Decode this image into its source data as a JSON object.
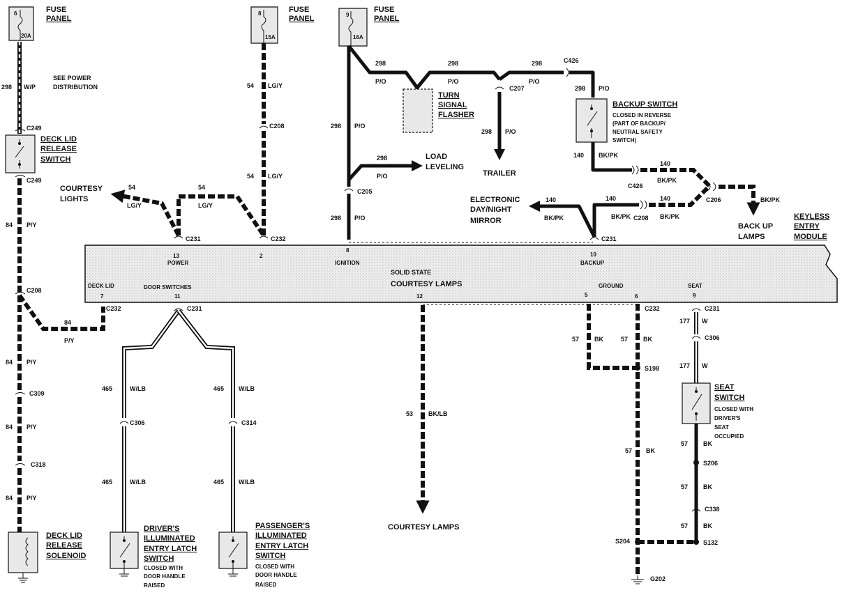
{
  "fuse_panels": [
    {
      "cavity": "6",
      "rating": "20A",
      "label": [
        "FUSE",
        "PANEL"
      ]
    },
    {
      "cavity": "8",
      "rating": "15A",
      "label": [
        "FUSE",
        "PANEL"
      ]
    },
    {
      "cavity": "9",
      "rating": "16A",
      "label": [
        "FUSE",
        "PANEL"
      ]
    }
  ],
  "see_power_note": [
    "SEE POWER",
    "DISTRIBUTION"
  ],
  "module": {
    "title": [
      "KEYLESS",
      "ENTRY",
      "MODULE"
    ],
    "name": "SOLID STATE",
    "name2": "COURTESY LAMPS",
    "pins_top": [
      {
        "num": "13",
        "name": "POWER"
      },
      {
        "num": "2",
        "name": ""
      },
      {
        "num": "8",
        "name": "IGNITION"
      },
      {
        "num": "10",
        "name": "BACKUP"
      }
    ],
    "pins_bottom": [
      {
        "num": "7",
        "name": "DECK LID"
      },
      {
        "num": "11",
        "name": "DOOR SWITCHES"
      },
      {
        "num": "12",
        "name": ""
      },
      {
        "num": "5",
        "name": ""
      },
      {
        "num": "6",
        "name": ""
      },
      {
        "num": "9",
        "name": "SEAT"
      }
    ],
    "ground_label": "GROUND"
  },
  "connectors": {
    "c249a": "C249",
    "c249b": "C249",
    "c208a": "C208",
    "c232a": "C232",
    "c309": "C309",
    "c318": "C318",
    "c231a": "C231",
    "c231b": "C231",
    "c306a": "C306",
    "c314": "C314",
    "c208b": "C208",
    "c232b": "C232",
    "c205": "C205",
    "c207": "C207",
    "c426a": "C426",
    "c426b": "C426",
    "c206": "C206",
    "c208c": "C208",
    "c231c": "C231",
    "c232c": "C232",
    "c231d": "C231",
    "c306b": "C306",
    "s198": "S198",
    "s206": "S206",
    "c338": "C338",
    "s204": "S204",
    "s132": "S132",
    "g202": "G202"
  },
  "wires": {
    "w298wp": {
      "num": "298",
      "color": "W/P"
    },
    "w84py": {
      "num": "84",
      "color": "P/Y"
    },
    "w54lgy": {
      "num": "54",
      "color": "LG/Y"
    },
    "w298po": {
      "num": "298",
      "color": "P/O"
    },
    "w465wlb": {
      "num": "465",
      "color": "W/LB"
    },
    "w53bklb": {
      "num": "53",
      "color": "BK/LB"
    },
    "w140bkpk": {
      "num": "140",
      "color": "BK/PK"
    },
    "w57bk": {
      "num": "57",
      "color": "BK"
    },
    "w177w": {
      "num": "177",
      "color": "W"
    }
  },
  "components": {
    "deck_lid_switch": [
      "DECK LID",
      "RELEASE",
      "SWITCH"
    ],
    "deck_lid_solenoid": [
      "DECK LID",
      "RELEASE",
      "SOLENOID"
    ],
    "turn_signal": [
      "TURN",
      "SIGNAL",
      "FLASHER"
    ],
    "backup_switch": {
      "title": "BACKUP SWITCH",
      "note": [
        "CLOSED IN REVERSE",
        "(PART OF BACKUP/",
        "NEUTRAL SAFETY",
        "SWITCH)"
      ]
    },
    "seat_switch": {
      "title": [
        "SEAT",
        "SWITCH"
      ],
      "note": [
        "CLOSED WITH",
        "DRIVER'S",
        "SEAT",
        "OCCUPIED"
      ]
    },
    "driver_switch": {
      "title": [
        "DRIVER'S",
        "ILLUMINATED",
        "ENTRY LATCH",
        "SWITCH"
      ],
      "note": [
        "CLOSED WITH",
        "DOOR HANDLE",
        "RAISED"
      ]
    },
    "passenger_switch": {
      "title": [
        "PASSENGER'S",
        "ILLUMINATED",
        "ENTRY LATCH",
        "SWITCH"
      ],
      "note": [
        "CLOSED WITH",
        "DOOR HANDLE",
        "RAISED"
      ]
    }
  },
  "destinations": {
    "courtesy_lights": [
      "COURTESY",
      "LIGHTS"
    ],
    "load_leveling": [
      "LOAD",
      "LEVELING"
    ],
    "trailer": "TRAILER",
    "mirror": [
      "ELECTRONIC",
      "DAY/NIGHT",
      "MIRROR"
    ],
    "back_up_lamps": [
      "BACK UP",
      "LAMPS"
    ],
    "courtesy_lamps": "COURTESY LAMPS"
  }
}
